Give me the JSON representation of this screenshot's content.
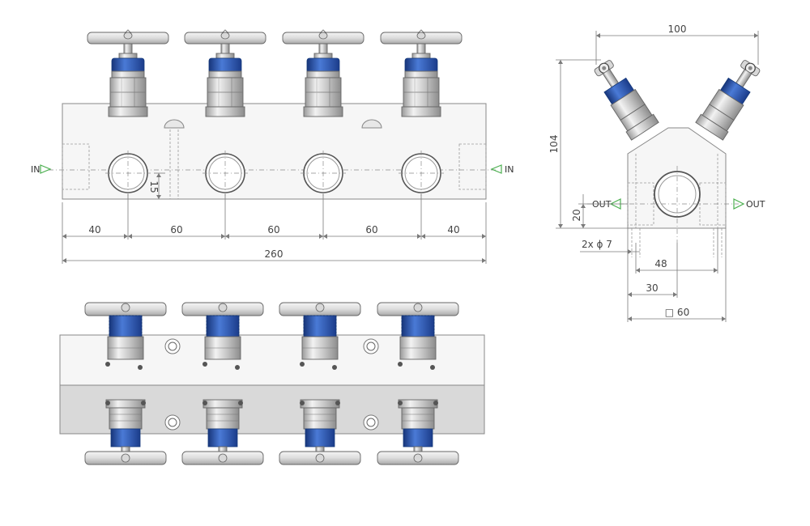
{
  "front_view": {
    "port_left": "IN",
    "port_right": "IN",
    "dims": {
      "spacing_a": "40",
      "spacing_b": "60",
      "spacing_c": "60",
      "spacing_d": "60",
      "spacing_e": "40",
      "overall": "260",
      "height": "15"
    }
  },
  "side_view": {
    "port_left": "OUT",
    "port_right": "OUT",
    "dims": {
      "top_width": "100",
      "height": "104",
      "port_height": "20",
      "holes": "2x  ϕ 7",
      "hole_spacing": "48",
      "center": "30",
      "square": "□ 60"
    }
  },
  "colors": {
    "accent_blue": "#2f5fb5",
    "steel": "#cfcfcf",
    "body": "#f6f6f6"
  }
}
